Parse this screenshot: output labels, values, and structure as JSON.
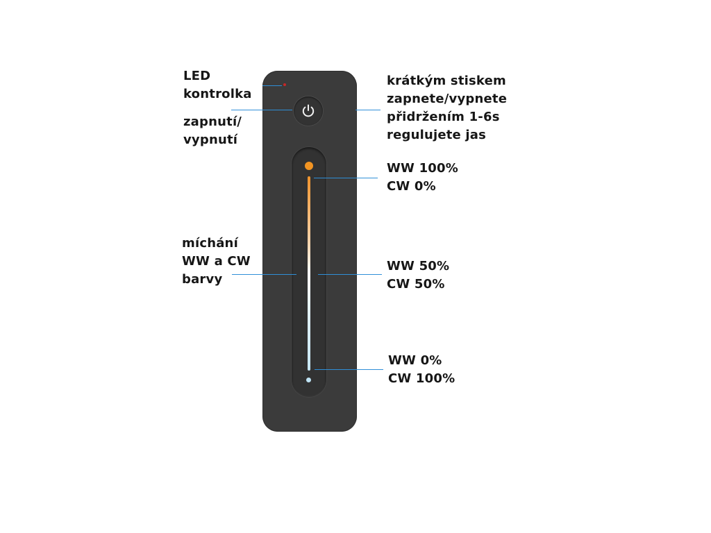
{
  "labels": {
    "led": [
      "LED",
      "kontrolka"
    ],
    "power": [
      "zapnutí/",
      "vypnutí"
    ],
    "press": [
      "krátkým stiskem",
      "zapnete/vypnete",
      "přidržením 1-6s",
      "regulujete jas"
    ],
    "mix": [
      "míchání",
      "WW a CW",
      "barvy"
    ],
    "top_level": [
      "WW 100%",
      "CW 0%"
    ],
    "mid_level": [
      "WW 50%",
      "CW 50%"
    ],
    "bottom_level": [
      "WW 0%",
      "CW 100%"
    ]
  },
  "colors": {
    "remote_body": "#3b3b3b",
    "warm_white": "#f29422",
    "cool_white": "#bfe3f5",
    "led": "#c62828",
    "leader_line": "#2f8fd8"
  },
  "icons": {
    "power": "power-icon"
  }
}
